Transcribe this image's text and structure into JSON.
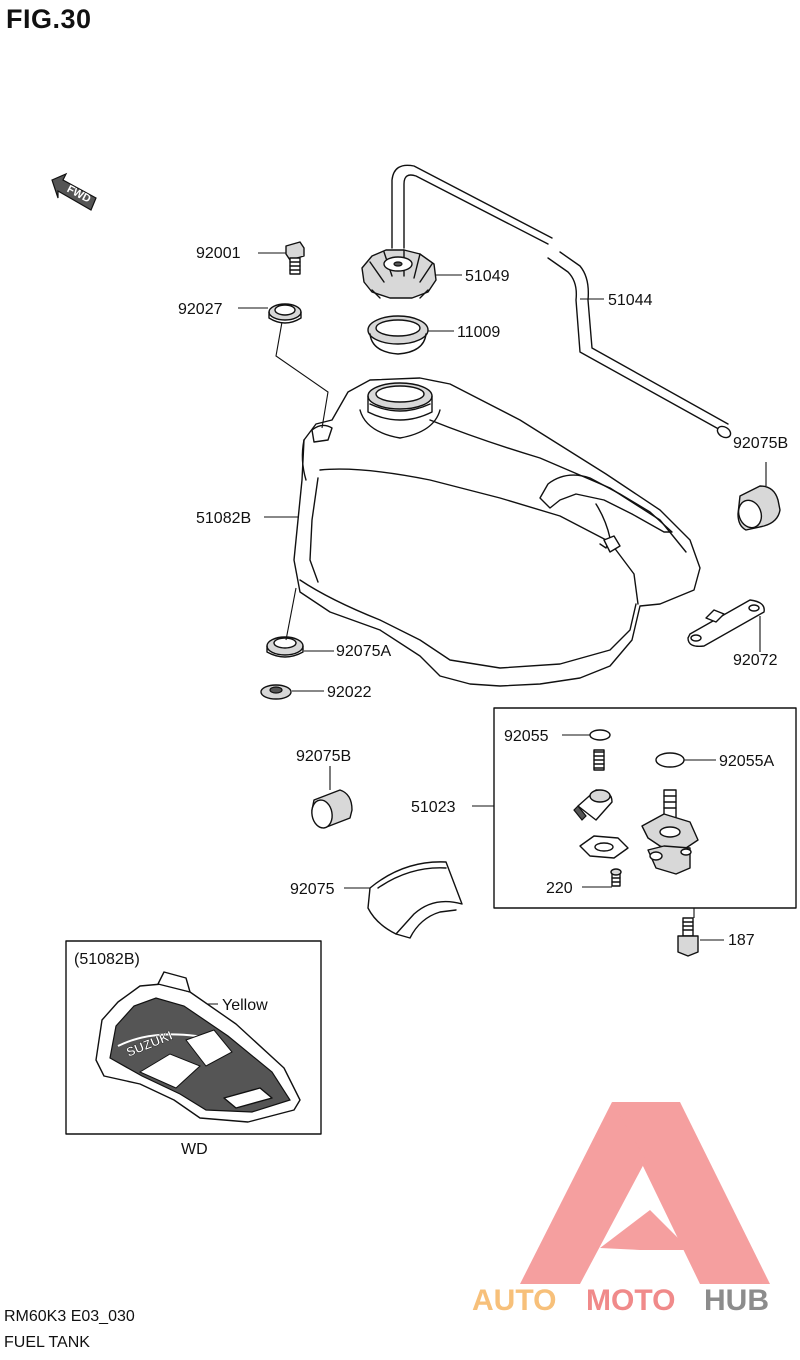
{
  "figure_title": "FIG.30",
  "model_code": "RM60K3 E03_030",
  "section_name": "FUEL TANK",
  "fwd_label": "FWD",
  "parts": {
    "p92001": "92001",
    "p51049": "51049",
    "p51044": "51044",
    "p92027": "92027",
    "p11009": "11009",
    "p92075B_top": "92075B",
    "p51082B": "51082B",
    "p92075A": "92075A",
    "p92072": "92072",
    "p92022": "92022",
    "p92075B_mid": "92075B",
    "p92055": "92055",
    "p92055A": "92055A",
    "p51023": "51023",
    "p92075": "92075",
    "p220": "220",
    "p187": "187"
  },
  "inset": {
    "ref_label": "(51082B)",
    "color_label": "Yellow",
    "variant_label": "WD",
    "decal_brand": "SUZUKI"
  },
  "watermark": {
    "text_a": "AUTO",
    "text_b": "MOTO",
    "text_c": "HUB",
    "color_a": "#f7c07a",
    "color_b": "#f08a8a",
    "color_c": "#8c8c8c",
    "logo_color": "#f48f8f"
  }
}
